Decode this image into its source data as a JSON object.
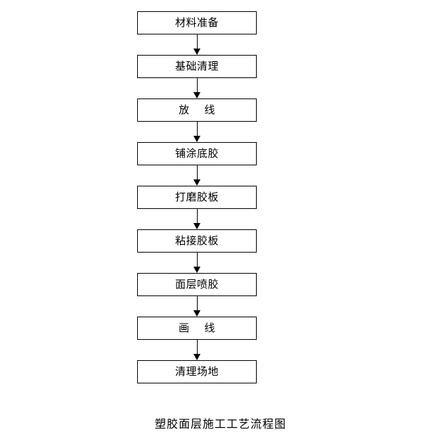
{
  "diagram": {
    "type": "flowchart",
    "orientation": "vertical",
    "caption": "塑胶面层施工工艺流程图",
    "node_count": 9,
    "connector_count": 8,
    "colors": {
      "background": "#ffffff",
      "node_fill": "#ffffff",
      "node_border": "#000000",
      "connector": "#000000",
      "text": "#000000"
    },
    "nodes": [
      {
        "id": "step-1",
        "label": "材料准备"
      },
      {
        "id": "step-2",
        "label": "基础清理"
      },
      {
        "id": "step-3",
        "label": "放    线"
      },
      {
        "id": "step-4",
        "label": "铺涂底胶"
      },
      {
        "id": "step-5",
        "label": "打磨胶板"
      },
      {
        "id": "step-6",
        "label": "粘接胶板"
      },
      {
        "id": "step-7",
        "label": "面层喷胶"
      },
      {
        "id": "step-8",
        "label": "画    线"
      },
      {
        "id": "step-9",
        "label": "清理场地"
      }
    ],
    "connectors": [
      {
        "from": "step-1",
        "to": "step-2",
        "arrow": "down"
      },
      {
        "from": "step-2",
        "to": "step-3",
        "arrow": "down"
      },
      {
        "from": "step-3",
        "to": "step-4",
        "arrow": "down"
      },
      {
        "from": "step-4",
        "to": "step-5",
        "arrow": "down"
      },
      {
        "from": "step-5",
        "to": "step-6",
        "arrow": "down"
      },
      {
        "from": "step-6",
        "to": "step-7",
        "arrow": "down"
      },
      {
        "from": "step-7",
        "to": "step-8",
        "arrow": "down"
      },
      {
        "from": "step-8",
        "to": "step-9",
        "arrow": "down"
      }
    ]
  }
}
